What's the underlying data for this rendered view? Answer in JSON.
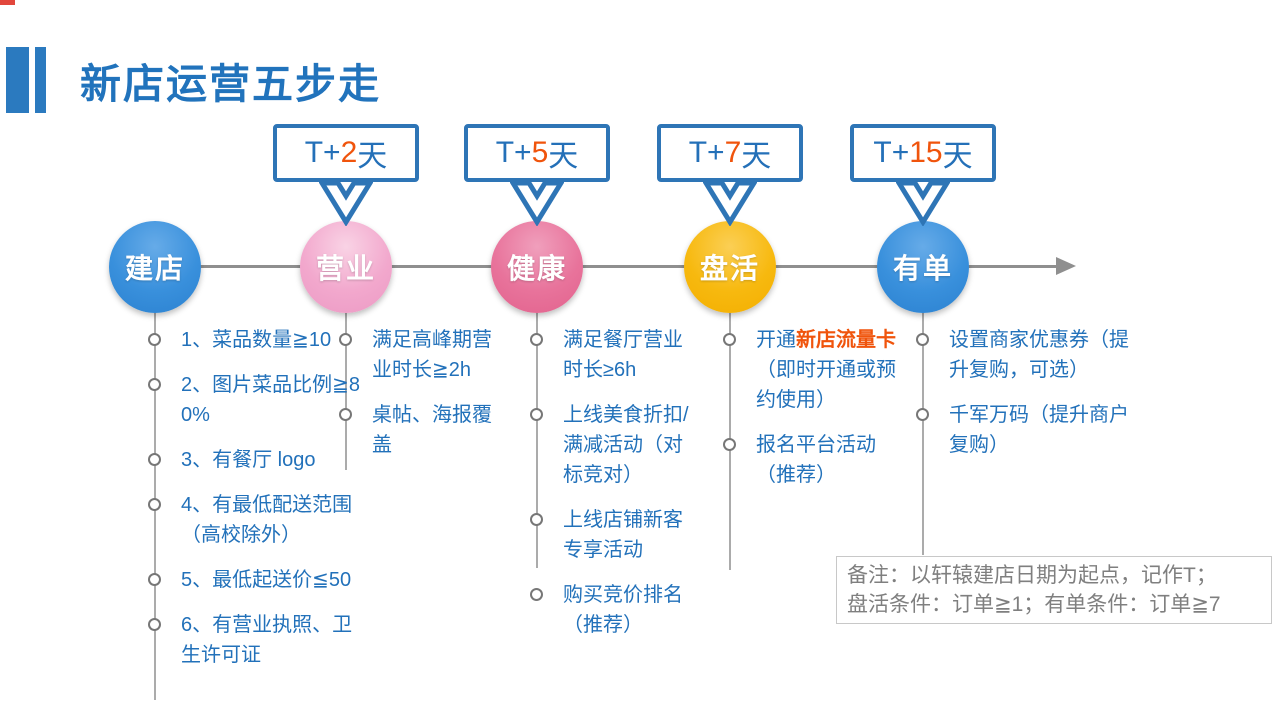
{
  "title": {
    "text": "新店运营五步走",
    "color": "#2173BC"
  },
  "colors": {
    "primary_blue": "#2E75B6",
    "list_text_blue": "#2271BA",
    "accent_orange": "#F0540C",
    "timeline_gray": "#8F8F8F",
    "note_gray": "#7F7F7F"
  },
  "icons": {
    "callout_arrow": "down-notched-arrow",
    "timeline_arrow": "right-arrow",
    "list_marker": "ring-circle"
  },
  "stages": [
    {
      "label": "建店",
      "circle_colors": {
        "light": "#66ABE8",
        "main": "#3990DC",
        "dark": "#2B81D0"
      },
      "callout": null,
      "items": [
        [
          {
            "text": "1、菜品数量≧10"
          }
        ],
        [
          {
            "text": "2、图片菜品比例≧80%"
          }
        ],
        [
          {
            "text": "3、有餐厅 logo"
          }
        ],
        [
          {
            "text": "4、有最低配送范围（高校除外）"
          }
        ],
        [
          {
            "text": "5、最低起送价≦50"
          }
        ],
        [
          {
            "text": "6、有营业执照、卫生许可证"
          }
        ]
      ]
    },
    {
      "label": "营业",
      "circle_colors": {
        "light": "#F9D3E5",
        "main": "#F2A8CD",
        "dark": "#EC9AC4"
      },
      "callout": {
        "prefix": "T+",
        "number": "2",
        "suffix": "天"
      },
      "items": [
        [
          {
            "text": "满足高峰期营业时长≧2h"
          }
        ],
        [
          {
            "text": "桌帖、海报覆盖"
          }
        ]
      ]
    },
    {
      "label": "健康",
      "circle_colors": {
        "light": "#F09FBC",
        "main": "#E8739B",
        "dark": "#E2628D"
      },
      "callout": {
        "prefix": "T+",
        "number": "5",
        "suffix": "天"
      },
      "items": [
        [
          {
            "text": "满足餐厅营业时长≥6h"
          }
        ],
        [
          {
            "text": "上线美食折扣/满减活动（对标竞对）"
          }
        ],
        [
          {
            "text": "上线店铺新客专享活动"
          }
        ],
        [
          {
            "text": "购买竞价排名（推荐）"
          }
        ]
      ]
    },
    {
      "label": "盘活",
      "circle_colors": {
        "light": "#FBCF55",
        "main": "#F7B90F",
        "dark": "#F3AE00"
      },
      "callout": {
        "prefix": "T+",
        "number": "7",
        "suffix": "天"
      },
      "items": [
        [
          {
            "text": "开通"
          },
          {
            "text": "新店流量卡",
            "accent": true
          },
          {
            "text": "（即时开通或预约使用）"
          }
        ],
        [
          {
            "text": "报名平台活动（推荐）"
          }
        ]
      ]
    },
    {
      "label": "有单",
      "circle_colors": {
        "light": "#66ABE8",
        "main": "#3990DC",
        "dark": "#2B81D0"
      },
      "callout": {
        "prefix": "T+",
        "number": "15",
        "suffix": "天"
      },
      "items": [
        [
          {
            "text": "设置商家优惠券（提升复购，可选）"
          }
        ],
        [
          {
            "text": "千军万码（提升商户复购）"
          }
        ]
      ]
    }
  ],
  "note": {
    "line1": "备注：以轩辕建店日期为起点，记作T；",
    "line2": "盘活条件：订单≧1；有单条件：订单≧7"
  }
}
